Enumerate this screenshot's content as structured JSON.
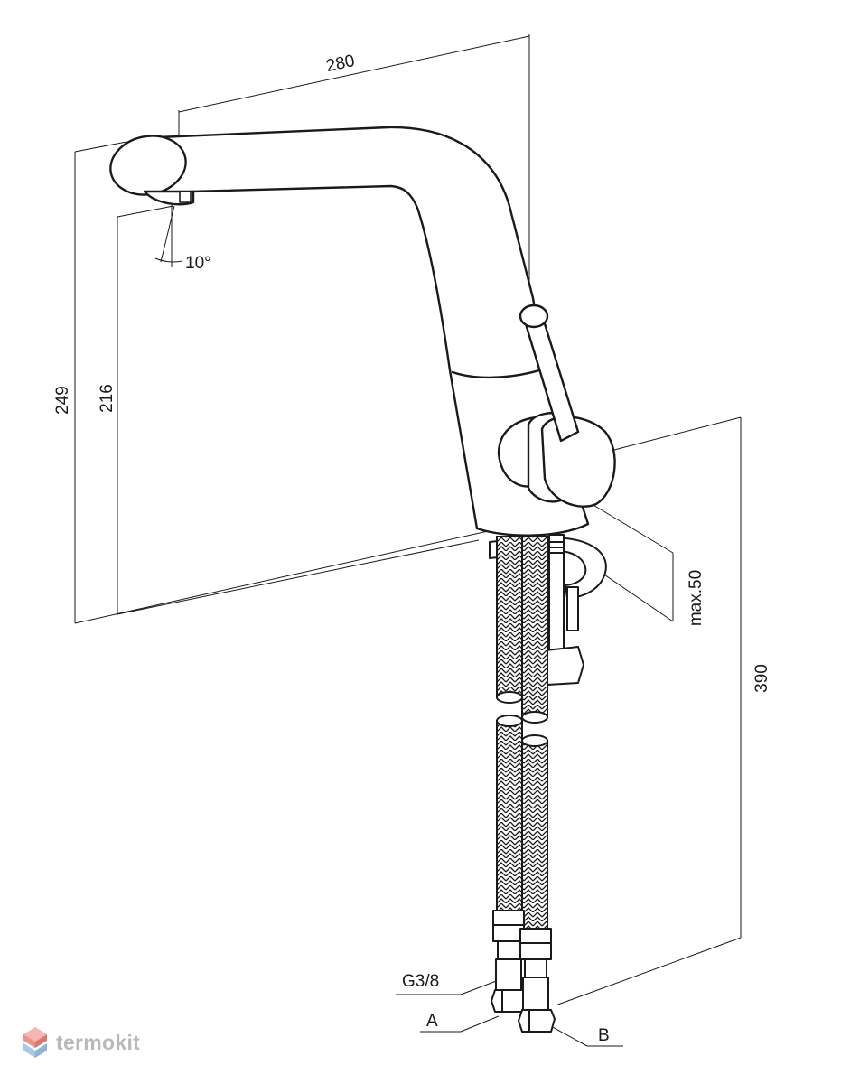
{
  "drawing": {
    "dimensions": {
      "spout_length": "280",
      "total_height": "249",
      "spout_height": "216",
      "spout_angle": "10°",
      "max_counter_thickness": "max.50",
      "hose_length": "390"
    },
    "labels": {
      "thread": "G3/8",
      "hose_a": "A",
      "hose_b": "B"
    }
  },
  "watermark": {
    "brand": "termokit"
  },
  "colors": {
    "line": "#1a1a1a",
    "logo_red": "#e9908a",
    "logo_blue": "#8fb4d8",
    "logo_text": "#b9b9b9"
  }
}
